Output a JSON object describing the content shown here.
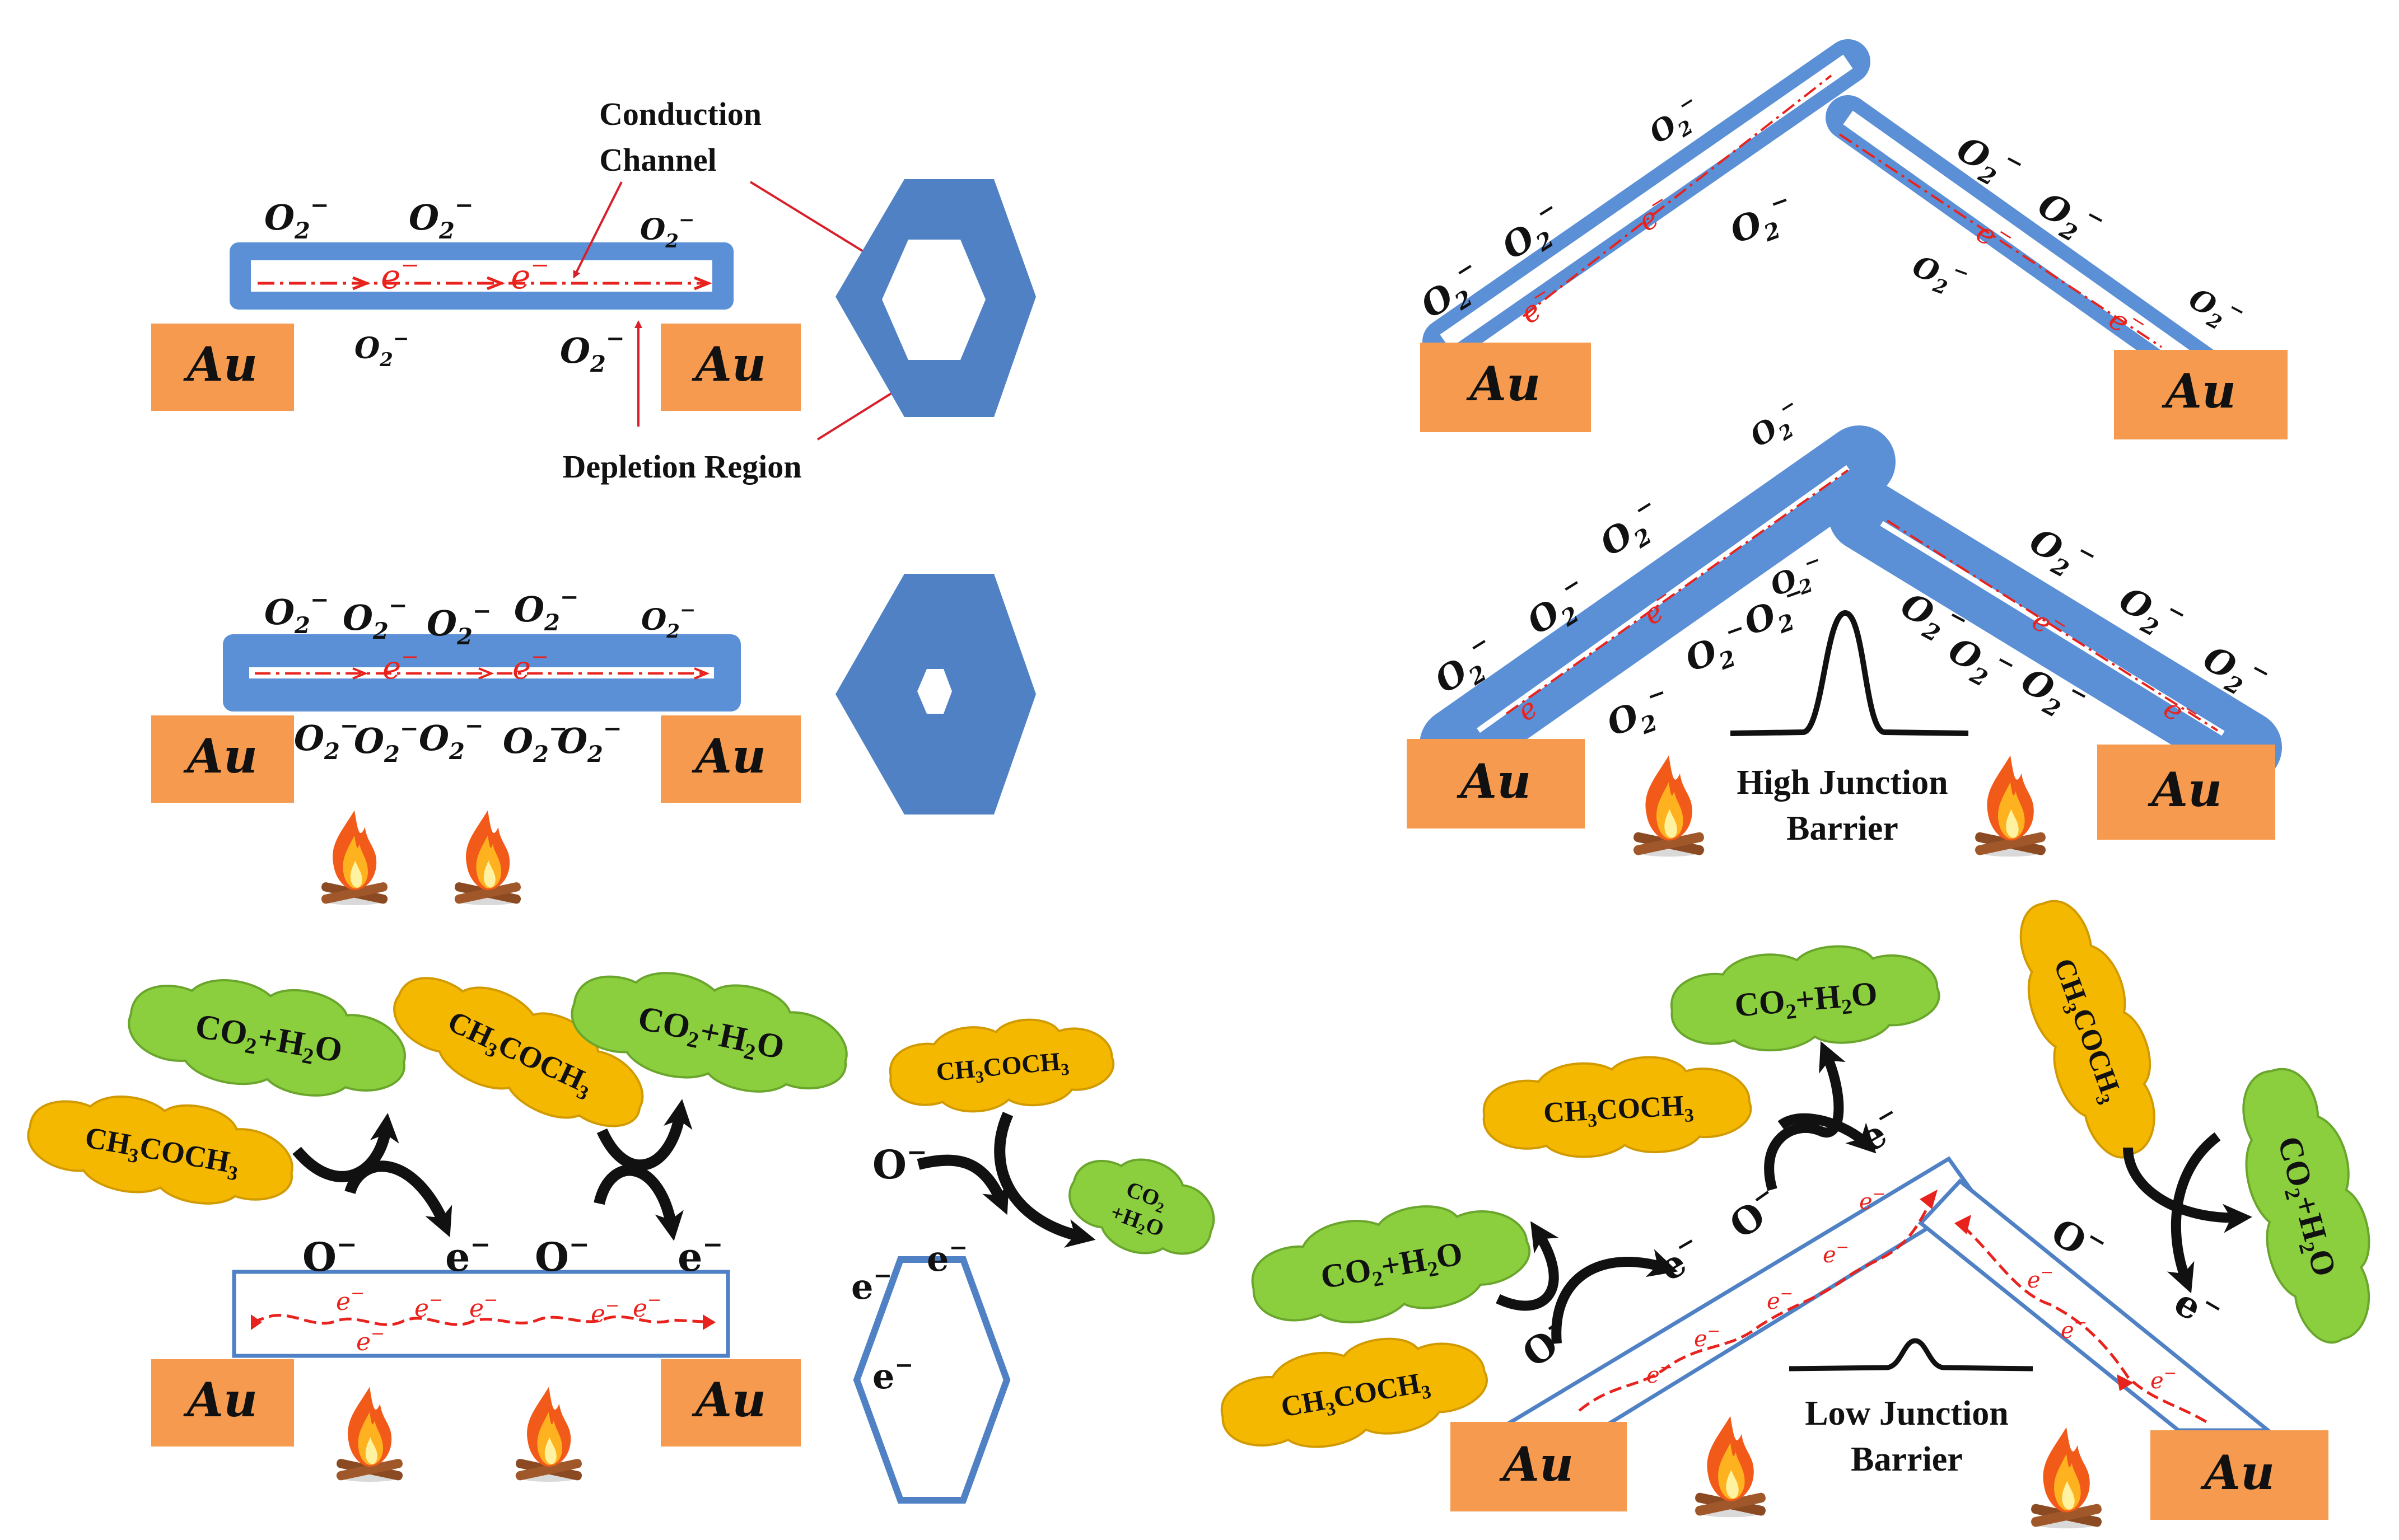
{
  "electrode_label": "Au",
  "oxygen_ion": {
    "base": "O",
    "sub": "2",
    "sup": "−"
  },
  "electron": {
    "base": "e",
    "sup": "−"
  },
  "oxygen_anion": {
    "base": "O",
    "sup": "−"
  },
  "labels": {
    "conduction_line1": "Conduction",
    "conduction_line2": "Channel",
    "depletion": "Depletion Region",
    "high_barrier_line1": "High Junction",
    "high_barrier_line2": "Barrier",
    "low_barrier_line1": "Low Junction",
    "low_barrier_line2": "Barrier"
  },
  "molecules": {
    "product": {
      "p1": "CO",
      "s1": "2",
      "p2": "+H",
      "s2": "2",
      "p3": "O"
    },
    "product_small_line1": {
      "p1": "CO",
      "s1": "2"
    },
    "product_small_line2": {
      "p1": "+H",
      "s1": "2",
      "p2": "O"
    },
    "acetone": {
      "p1": "CH",
      "s1": "3",
      "p2": "COCH",
      "s2": "3"
    }
  },
  "colors": {
    "nanowire": "#5b8fd6",
    "hexagon": "#4f81c4",
    "electrode": "#f59a4e",
    "product_cloud": "#8bcf3f",
    "acetone_cloud": "#f5b800",
    "electron_path": "#e8231e",
    "annotation_arrow": "#d8202a"
  }
}
